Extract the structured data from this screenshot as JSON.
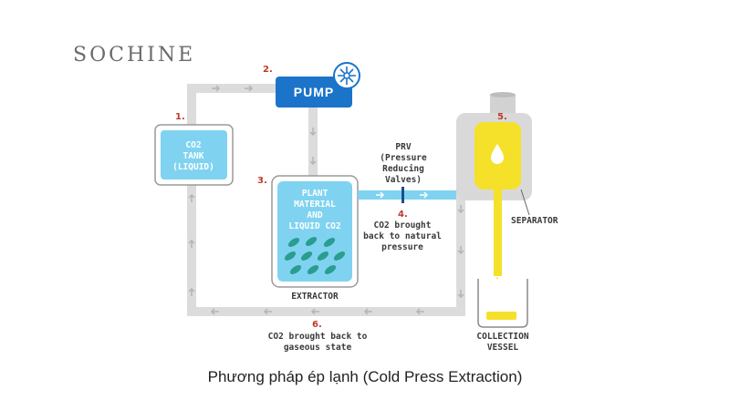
{
  "brand": "SOCHINE",
  "caption": "Phương pháp ép lạnh (Cold Press Extraction)",
  "steps": {
    "s1": "1.",
    "s2": "2.",
    "s3": "3.",
    "s4": "4.",
    "s5": "5.",
    "s6": "6."
  },
  "components": {
    "pump": "PUMP",
    "tank_l1": "CO2",
    "tank_l2": "TANK",
    "tank_l3": "(LIQUID)",
    "extractor_l1": "PLANT",
    "extractor_l2": "MATERIAL",
    "extractor_l3": "AND",
    "extractor_l4": "LIQUID CO2",
    "extractor_label": "EXTRACTOR",
    "separator_label": "SEPARATOR",
    "vessel_l1": "COLLECTION",
    "vessel_l2": "VESSEL"
  },
  "labels": {
    "prv_l1": "PRV",
    "prv_l2": "(Pressure",
    "prv_l3": "Reducing",
    "prv_l4": "Valves)",
    "step4_l1": "CO2 brought",
    "step4_l2": "back to natural",
    "step4_l3": "pressure",
    "step6_l1": "CO2 brought back to",
    "step6_l2": "gaseous state"
  },
  "colors": {
    "pipe": "#d9d9d9",
    "liquid_co2": "#7fd3f0",
    "pump_blue": "#1b74c9",
    "oil_yellow": "#f5e12a",
    "step_red": "#c0392b"
  }
}
